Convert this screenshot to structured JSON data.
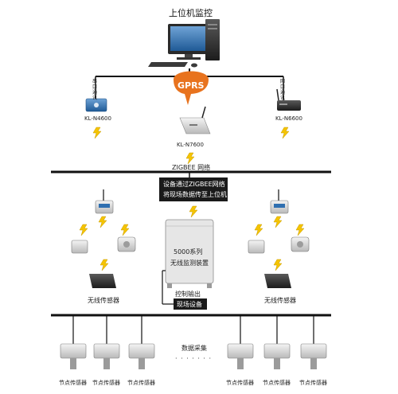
{
  "title": "上位机监控",
  "gprs": "GPRS",
  "serial_label": "串口通讯",
  "network_label": "网口通讯",
  "devices": {
    "left": "KL-N4600",
    "center": "KL-N7600",
    "right": "KL-N6600"
  },
  "zigbee_network": "ZIGBEE 网络",
  "info_box": {
    "line1": "设备通过ZIGBEE网络",
    "line2": "将现场数据传至上位机"
  },
  "cabinet": {
    "line1": "5000系列",
    "line2": "无线监测装置"
  },
  "control_output": "控制输出",
  "field_equipment": "现场设备",
  "wireless_sensor": "无线传感器",
  "data_collection": "数据采集",
  "dots": "· · · · · · ·",
  "node_sensor": "节点传感器",
  "colors": {
    "bus": "#111111",
    "gprs_bubble": "#e8731e",
    "lightning": "#f5c400",
    "cabinet": "#e6e6e6",
    "sensor_blue": "#2f6fb0"
  }
}
